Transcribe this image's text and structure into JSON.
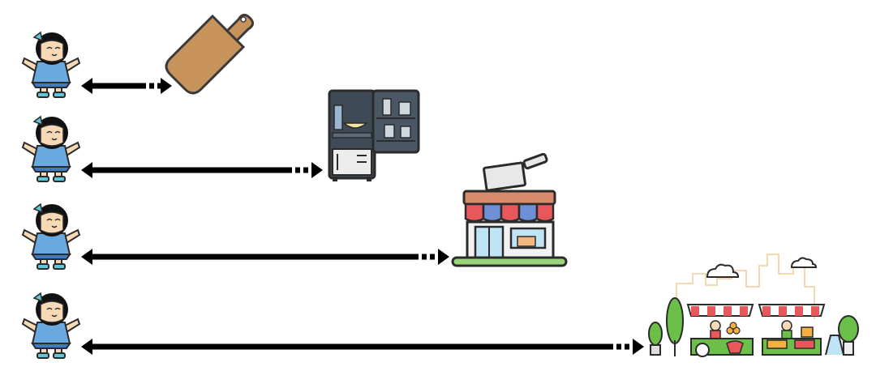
{
  "rows": [
    {
      "person": "child-character",
      "target": "cutting-board"
    },
    {
      "person": "child-character",
      "target": "refrigerator"
    },
    {
      "person": "child-character",
      "target": "butcher-shop"
    },
    {
      "person": "child-character",
      "target": "market"
    }
  ],
  "colors": {
    "arrow": "#000000",
    "outline": "#2b2b2b",
    "board": "#c8935a",
    "fridge": "#3e4a55",
    "awning_red": "#e8575a",
    "awning_blue": "#6f8fd6",
    "shop_roof": "#d98a6a",
    "grass": "#9bd47a",
    "tree": "#6cc04a",
    "hair": "#111111",
    "dress": "#6aa8e0",
    "skin": "#f7d9b5"
  }
}
